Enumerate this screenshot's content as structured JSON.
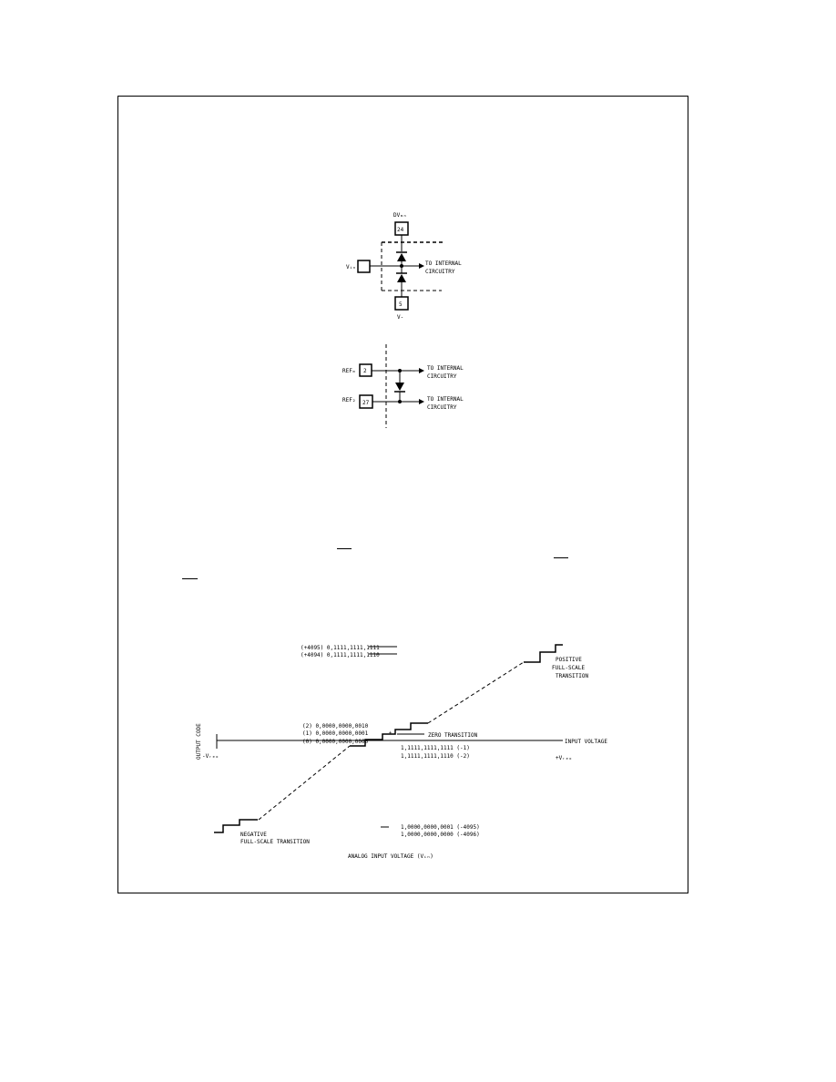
{
  "protection_circuit": {
    "pin_top_label": "DVₘₙ",
    "pin_top_number": "24",
    "pin_bottom_number": "5",
    "pin_bottom_label": "V-",
    "input_label": "Vᵢₙ",
    "output_label_line1": "TO INTERNAL",
    "output_label_line2": "CIRCUITRY"
  },
  "ref_circuit": {
    "pin1_label": "REFₘ",
    "pin1_number": "2",
    "pin2_label": "REF₂",
    "pin2_number": "27",
    "out1_line1": "TO INTERNAL",
    "out1_line2": "CIRCUITRY",
    "out2_line1": "TO INTERNAL",
    "out2_line2": "CIRCUITRY"
  },
  "transfer_chart": {
    "codes_top": [
      "(+4095) 0,1111,1111,1111",
      "(+4094) 0,1111,1111,1110"
    ],
    "codes_mid": [
      "(2) 0,0000,0000,0010",
      "(1) 0,0000,0000,0001",
      "(0) 0,0000,0000,0000"
    ],
    "codes_neg_small": [
      "1,1111,1111,1111 (-1)",
      "1,1111,1111,1110 (-2)"
    ],
    "codes_bottom": [
      "1,0000,0000,0001 (-4095)",
      "1,0000,0000,0000 (-4096)"
    ],
    "positive_transition": [
      "POSITIVE",
      "FULL-SCALE",
      "TRANSITION"
    ],
    "negative_transition": [
      "NEGATIVE",
      "FULL-SCALE TRANSITION"
    ],
    "zero_transition": "ZERO TRANSITION",
    "output_code_label": "OUTPUT CODE",
    "neg_vref": "-Vᵣₑₒ",
    "pos_vref": "+Vᵣₑₒ",
    "input_voltage": "INPUT VOLTAGE",
    "axis_label": "ANALOG INPUT VOLTAGE (Vᵢₙ)",
    "small_mark": "+"
  }
}
